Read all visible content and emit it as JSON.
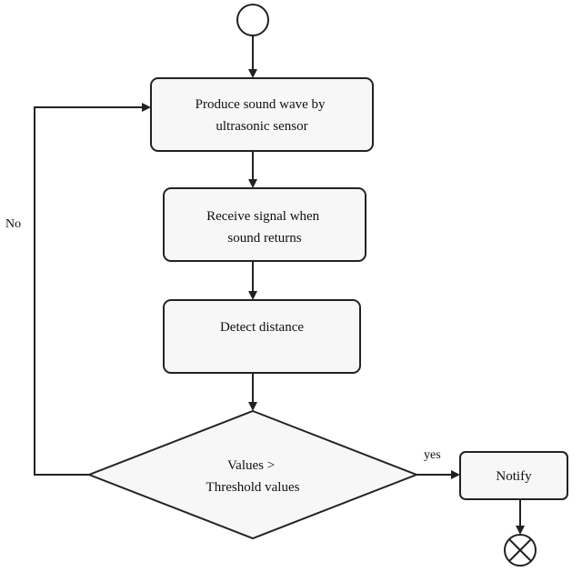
{
  "nodes": {
    "produce": {
      "line1": "Produce sound wave by",
      "line2": "ultrasonic sensor"
    },
    "receive": {
      "line1": "Receive signal when",
      "line2": "sound returns"
    },
    "detect": {
      "label": "Detect distance"
    },
    "decision": {
      "line1": "Values >",
      "line2": "Threshold values"
    },
    "notify": {
      "label": "Notify"
    }
  },
  "edges": {
    "no_label": "No",
    "yes_label": "yes"
  },
  "colors": {
    "stroke": "#222222",
    "fill": "#f7f7f7",
    "background": "#ffffff"
  }
}
